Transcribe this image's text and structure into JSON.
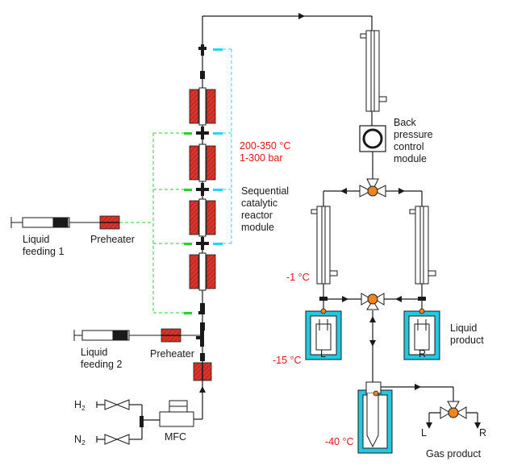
{
  "colors": {
    "heater_red": "#d9342b",
    "bath_cyan": "#22c9e0",
    "green_line": "#2bd02b",
    "cyan_line": "#22d8ee",
    "valve_orange": "#f4841c",
    "text_red": "#e8141a"
  },
  "labels": {
    "conditions_temp": "200-350 °C",
    "conditions_pressure": "1-300 bar",
    "reactor_line1": "Sequential",
    "reactor_line2": "catalytic",
    "reactor_line3": "reactor",
    "reactor_line4": "module",
    "liquid_feed1_line1": "Liquid",
    "liquid_feed1_line2": "feeding 1",
    "preheater_1": "Preheater",
    "liquid_feed2_line1": "Liquid",
    "liquid_feed2_line2": "feeding 2",
    "preheater_2": "Preheater",
    "h2": "H",
    "h2_sub": "2",
    "n2": "N",
    "n2_sub": "2",
    "mfc": "MFC",
    "bpc_line1": "Back",
    "bpc_line2": "pressure",
    "bpc_line3": "control",
    "bpc_line4": "module",
    "temp_condenser": "-1 °C",
    "temp_trap": "-15 °C",
    "temp_cold": "-40 °C",
    "trap_left": "L",
    "trap_right": "R",
    "liquid_product_line1": "Liquid",
    "liquid_product_line2": "product",
    "gas_left": "L",
    "gas_right": "R",
    "gas_product": "Gas product"
  }
}
